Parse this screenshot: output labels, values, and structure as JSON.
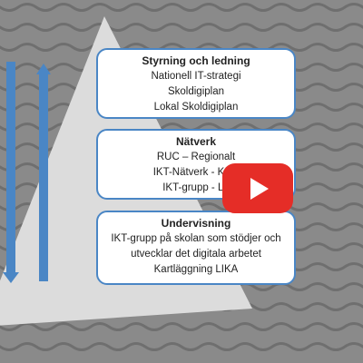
{
  "video": {
    "player_color": "#e52d27",
    "play_icon": "play-icon"
  },
  "slide": {
    "background_color": "#8a8a8a",
    "pyramid_color": "#dcdcdc",
    "arrow_color": "#4a86c5",
    "boxes": [
      {
        "title": "Styrning och ledning",
        "lines": [
          "Nationell IT-strategi",
          "Skoldigiplan",
          "Lokal Skoldigiplan"
        ]
      },
      {
        "title": "Nätverk",
        "lines": [
          "RUC – Regionalt",
          "IKT-Nätverk - Kom",
          "IKT-grupp - Lo"
        ]
      },
      {
        "title": "Undervisning",
        "lines": [
          "IKT-grupp på skolan som stödjer och",
          "utvecklar det digitala arbetet",
          "Kartläggning LIKA"
        ]
      }
    ]
  }
}
